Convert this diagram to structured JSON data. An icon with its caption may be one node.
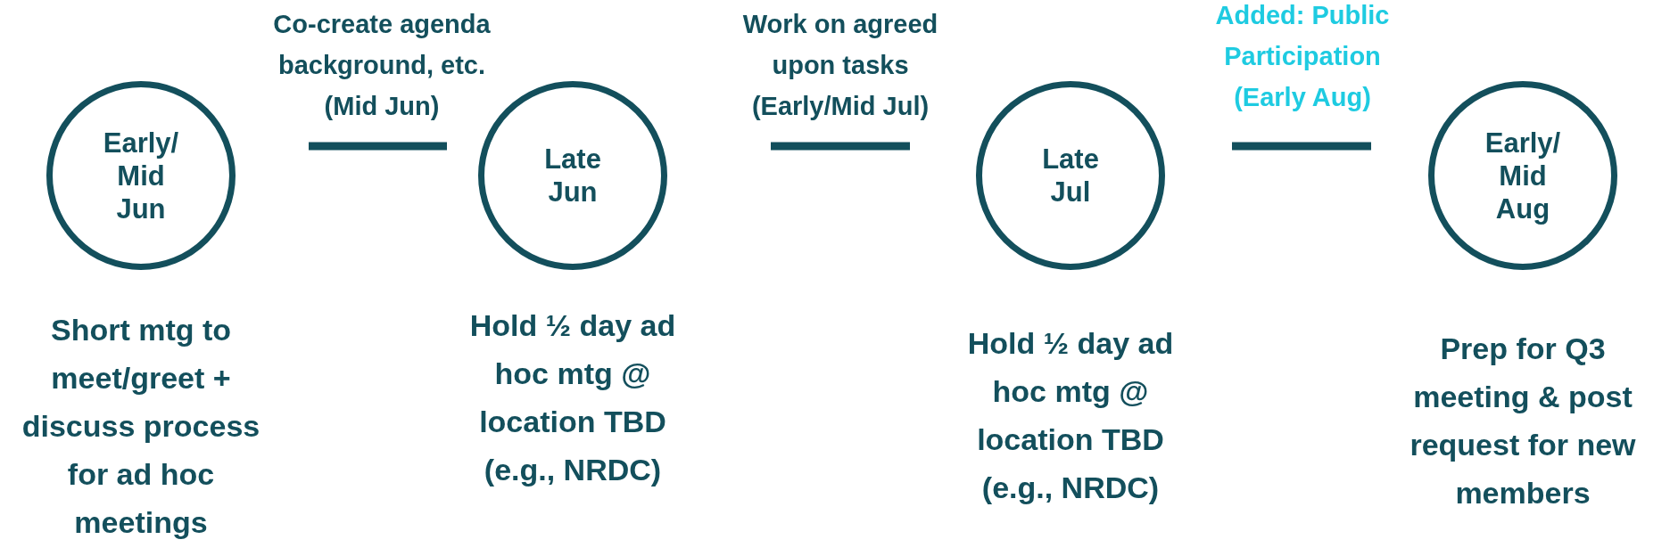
{
  "diagram": {
    "nodes": [
      {
        "text": [
          "Early/ Mid Jun"
        ],
        "beside": [
          "Short mtg to meet/greet + discuss process for ad hoc meetings"
        ]
      },
      {
        "text": [
          "Late Jun"
        ],
        "beside": [
          "Hold ½ day ad hoc mtg @ location TBD (e.g., NRDC)"
        ]
      },
      {
        "text": [
          "Late Jul"
        ],
        "beside": [
          "Hold ½ day ad hoc mtg @ location TBD (e.g., NRDC)"
        ]
      },
      {
        "text": [
          "Early/ Mid Aug"
        ],
        "beside": [
          "Prep for Q3 meeting & post request for new members"
        ]
      }
    ],
    "edges": [
      {
        "from": 0,
        "to": 1,
        "arrow": "none",
        "label": "Co-create agenda background, etc. (Mid Jun)"
      },
      {
        "from": 1,
        "to": 2,
        "arrow": "none",
        "label": "Work on agreed upon tasks (Early/Mid Jul)"
      },
      {
        "from": 2,
        "to": 3,
        "arrow": "none",
        "label": "Added: Public Participation (Early Aug)"
      }
    ]
  }
}
